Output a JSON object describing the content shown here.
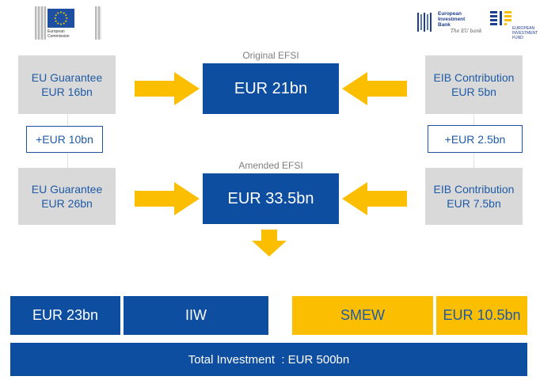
{
  "logos": {
    "ec": {
      "line1": "European",
      "line2": "Commission"
    },
    "eib": {
      "line1": "European",
      "line2": "Investment",
      "line3": "Bank",
      "tagline": "The EU bank"
    },
    "eif": {
      "line1": "EUROPEAN",
      "line2": "INVESTMENT",
      "line3": "FUND"
    }
  },
  "original": {
    "label": "Original EFSI",
    "total": "EUR 21bn",
    "eu_guarantee": {
      "title": "EU Guarantee",
      "amount": "EUR 16bn"
    },
    "eib_contribution": {
      "title": "EIB Contribution",
      "amount": "EUR 5bn"
    }
  },
  "increments": {
    "eu": "+EUR 10bn",
    "eib": "+EUR 2.5bn"
  },
  "amended": {
    "label": "Amended EFSI",
    "total": "EUR 33.5bn",
    "eu_guarantee": {
      "title": "EU Guarantee",
      "amount": "EUR 26bn"
    },
    "eib_contribution": {
      "title": "EIB Contribution",
      "amount": "EUR 7.5bn"
    }
  },
  "windows": {
    "iiw_amount": "EUR 23bn",
    "iiw_label": "IIW",
    "smew_label": "SMEW",
    "smew_amount": "EUR 10.5bn"
  },
  "total_investment": "Total Investment  : EUR 500bn",
  "colors": {
    "blue": "#0e4ea1",
    "yellow": "#fcbe00",
    "grey": "#d9d9d9",
    "text_blue": "#1f5aa6"
  }
}
